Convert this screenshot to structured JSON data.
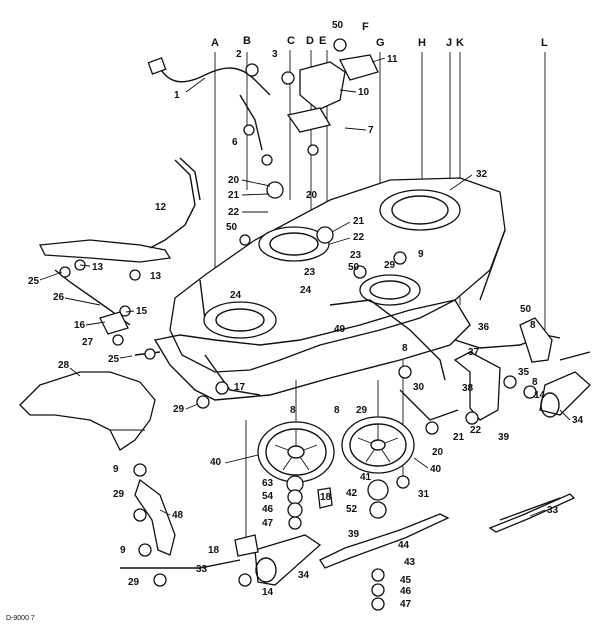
{
  "diagram": {
    "footer_code": "D-9000 7",
    "column_letters": [
      "A",
      "B",
      "C",
      "D",
      "E",
      "F",
      "G",
      "H",
      "J",
      "K",
      "L"
    ],
    "part_numbers": [
      "1",
      "2",
      "3",
      "6",
      "7",
      "8",
      "9",
      "10",
      "11",
      "12",
      "13",
      "14",
      "15",
      "16",
      "17",
      "18",
      "20",
      "21",
      "22",
      "23",
      "24",
      "25",
      "26",
      "27",
      "28",
      "29",
      "30",
      "31",
      "32",
      "33",
      "34",
      "35",
      "36",
      "37",
      "38",
      "39",
      "40",
      "41",
      "42",
      "43",
      "44",
      "45",
      "46",
      "47",
      "48",
      "49",
      "50",
      "52",
      "54",
      "63"
    ],
    "parts": {
      "p1": "1",
      "p2": "2",
      "p3": "3",
      "p6": "6",
      "p7": "7",
      "p8": "8",
      "p9": "9",
      "p10": "10",
      "p11": "11",
      "p12": "12",
      "p13": "13",
      "p14": "14",
      "p15": "15",
      "p16": "16",
      "p17": "17",
      "p18": "18",
      "p20": "20",
      "p21": "21",
      "p22": "22",
      "p23": "23",
      "p24": "24",
      "p25": "25",
      "p26": "26",
      "p27": "27",
      "p28": "28",
      "p29": "29",
      "p30": "30",
      "p31": "31",
      "p32": "32",
      "p33": "33",
      "p34": "34",
      "p35": "35",
      "p36": "36",
      "p37": "37",
      "p38": "38",
      "p39": "39",
      "p40": "40",
      "p41": "41",
      "p42": "42",
      "p43": "43",
      "p44": "44",
      "p45": "45",
      "p46": "46",
      "p47": "47",
      "p48": "48",
      "p49": "49",
      "p50": "50",
      "p52": "52",
      "p54": "54",
      "p63": "63"
    },
    "letters": {
      "A": "A",
      "B": "B",
      "C": "C",
      "D": "D",
      "E": "E",
      "F": "F",
      "G": "G",
      "H": "H",
      "J": "J",
      "K": "K",
      "L": "L"
    }
  }
}
